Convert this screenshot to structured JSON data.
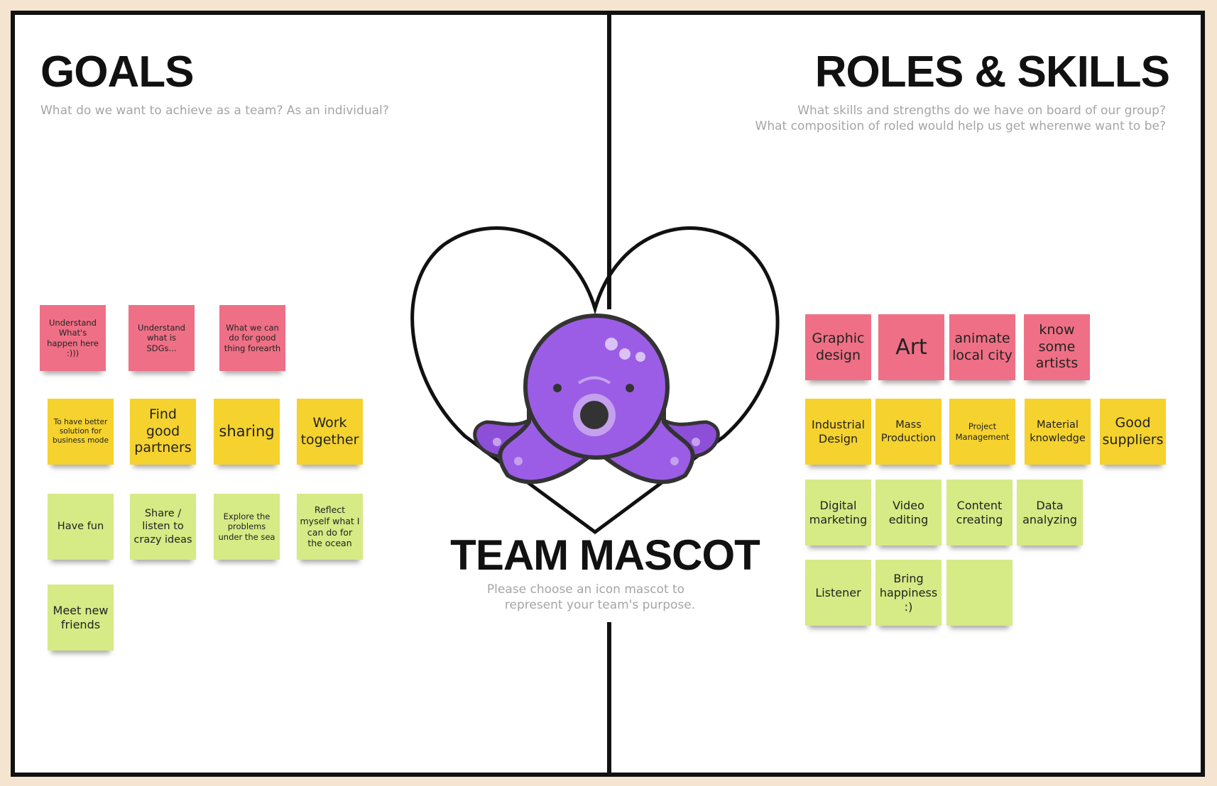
{
  "goals": {
    "title": "GOALS",
    "subtitle": "What do we want to achieve as a team? As an individual?",
    "notes": [
      {
        "text": "Understand What's happen here :)))",
        "color": "pink"
      },
      {
        "text": "Understand what is SDGs...",
        "color": "pink"
      },
      {
        "text": "What we can do for good thing forearth",
        "color": "pink"
      },
      {
        "text": "To have better solution for business mode",
        "color": "yellow"
      },
      {
        "text": "Find good partners",
        "color": "yellow"
      },
      {
        "text": "sharing",
        "color": "yellow"
      },
      {
        "text": "Work together",
        "color": "yellow"
      },
      {
        "text": "Have fun",
        "color": "green"
      },
      {
        "text": "Share / listen to crazy ideas",
        "color": "green"
      },
      {
        "text": "Explore the problems under the sea",
        "color": "green"
      },
      {
        "text": "Reflect myself what I can do for the ocean",
        "color": "green"
      },
      {
        "text": "Meet new friends",
        "color": "green"
      }
    ]
  },
  "roles": {
    "title": "ROLES & SKILLS",
    "subtitle_1": "What skills and strengths do we have on board of our group?",
    "subtitle_2": "What composition of roled would help us get wherenwe want to be?",
    "notes": [
      {
        "text": "Graphic design",
        "color": "pink"
      },
      {
        "text": "Art",
        "color": "pink"
      },
      {
        "text": "animate local city",
        "color": "pink"
      },
      {
        "text": "know some artists",
        "color": "pink"
      },
      {
        "text": "Industrial Design",
        "color": "yellow"
      },
      {
        "text": "Mass Production",
        "color": "yellow"
      },
      {
        "text": "Project Management",
        "color": "yellow"
      },
      {
        "text": "Material knowledge",
        "color": "yellow"
      },
      {
        "text": "Good suppliers",
        "color": "yellow"
      },
      {
        "text": "Digital marketing",
        "color": "green"
      },
      {
        "text": "Video editing",
        "color": "green"
      },
      {
        "text": "Content creating",
        "color": "green"
      },
      {
        "text": "Data analyzing",
        "color": "green"
      },
      {
        "text": "Listener",
        "color": "green"
      },
      {
        "text": "Bring happiness :)",
        "color": "green"
      },
      {
        "text": "",
        "color": "green"
      }
    ]
  },
  "mascot": {
    "title": "TEAM MASCOT",
    "subtitle_1": "Please choose an icon mascot to",
    "subtitle_2": "represent your team's purpose.",
    "icon": "octopus-icon"
  },
  "colors": {
    "pink": "#ef7086",
    "yellow": "#f5d22e",
    "green": "#d6ea85",
    "octopus": "#9b5de5"
  }
}
